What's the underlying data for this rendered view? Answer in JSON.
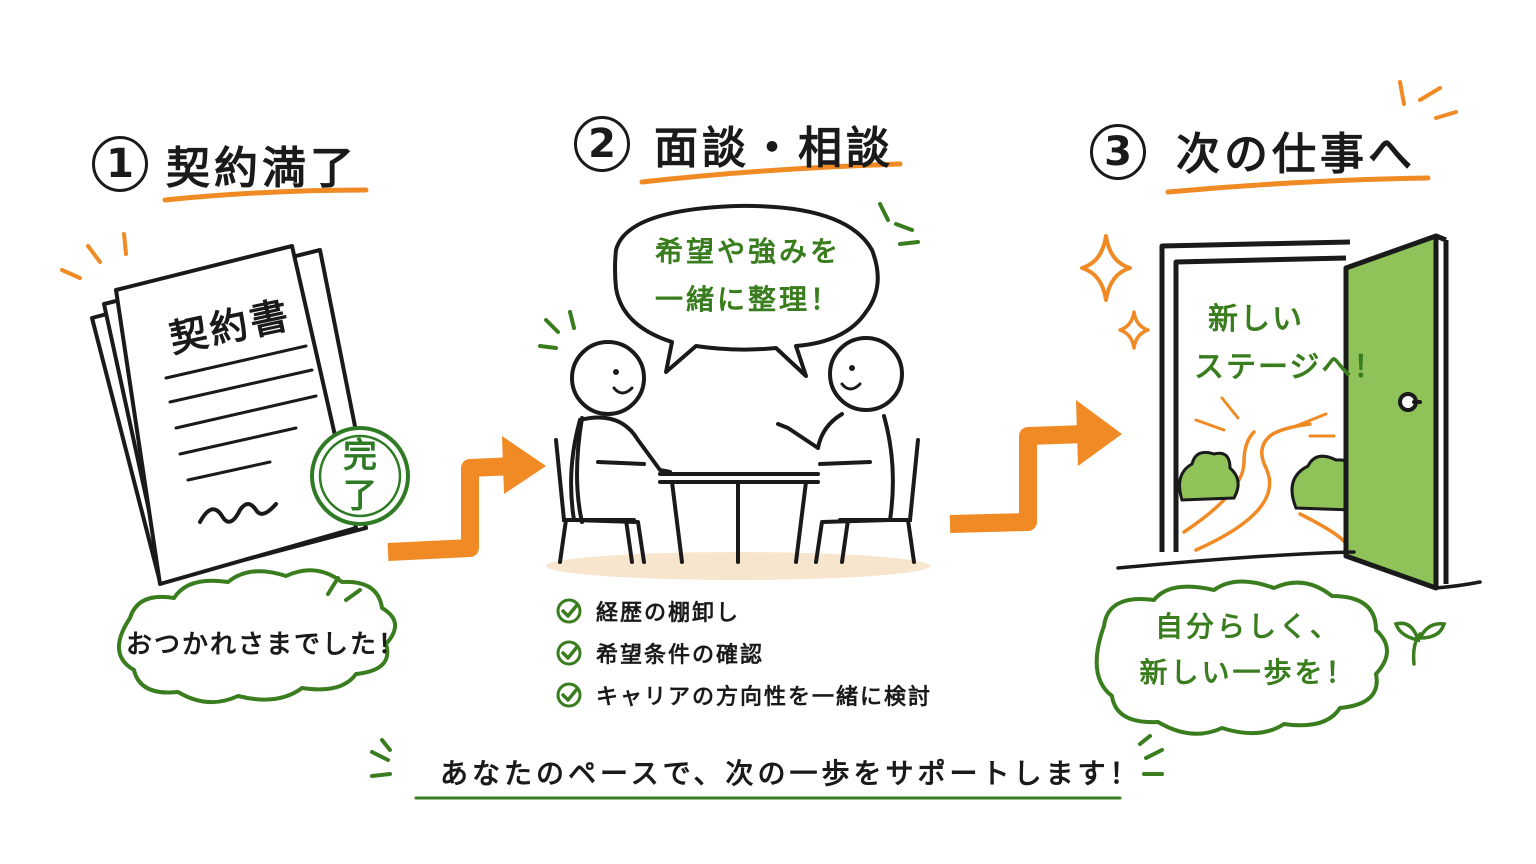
{
  "steps": [
    {
      "number": "1",
      "title": "契約満了"
    },
    {
      "number": "2",
      "title": "面談・相談"
    },
    {
      "number": "3",
      "title": "次の仕事へ"
    }
  ],
  "step1": {
    "document_title": "契約書",
    "stamp_line1": "完",
    "stamp_line2": "了",
    "cloud_text": "おつかれさまでした！"
  },
  "step2": {
    "bubble_line1": "希望や強みを",
    "bubble_line2": "一緒に整理！",
    "checklist": [
      "経歴の棚卸し",
      "希望条件の確認",
      "キャリアの方向性を一緒に検討"
    ]
  },
  "step3": {
    "door_line1": "新しい",
    "door_line2": "ステージへ！",
    "cloud_line1": "自分らしく、",
    "cloud_line2": "新しい一歩を！"
  },
  "footer": {
    "text": "あなたのペースで、次の一歩をサポートします！"
  },
  "colors": {
    "orange": "#f08a24",
    "green": "#3a7d1f",
    "door_green": "#8fc35a",
    "ink": "#1a1a1a"
  }
}
